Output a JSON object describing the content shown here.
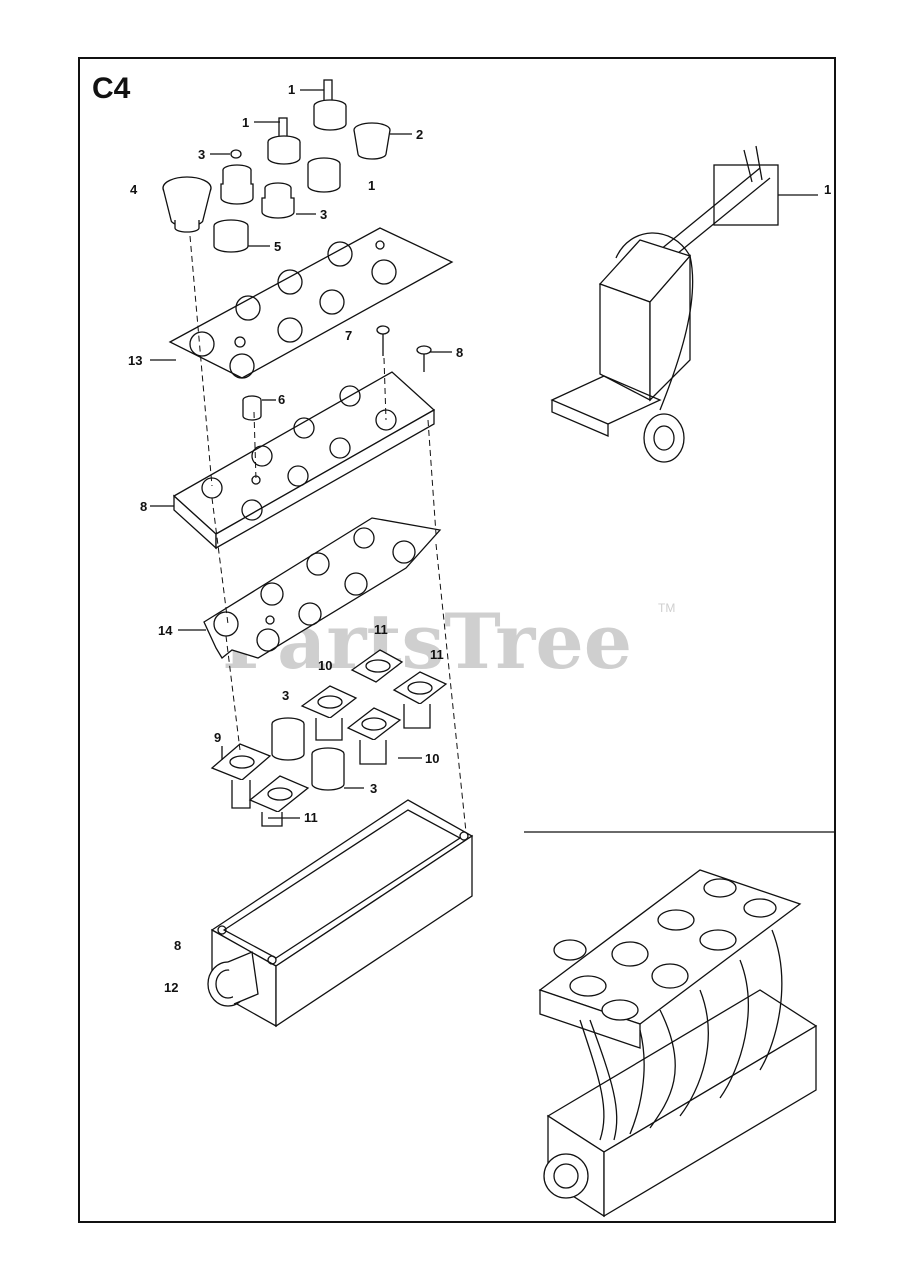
{
  "diagram": {
    "section_label": "C4",
    "watermark": "PartsTree",
    "trademark": "TM",
    "callouts": [
      {
        "id": "c1a",
        "text": "1"
      },
      {
        "id": "c1b",
        "text": "1"
      },
      {
        "id": "c2",
        "text": "2"
      },
      {
        "id": "c3a",
        "text": "3"
      },
      {
        "id": "c1c",
        "text": "1"
      },
      {
        "id": "c4",
        "text": "4"
      },
      {
        "id": "c3b",
        "text": "3"
      },
      {
        "id": "c5",
        "text": "5"
      },
      {
        "id": "c7",
        "text": "7"
      },
      {
        "id": "c8a",
        "text": "8"
      },
      {
        "id": "c13",
        "text": "13"
      },
      {
        "id": "c6",
        "text": "6"
      },
      {
        "id": "c8b",
        "text": "8"
      },
      {
        "id": "c14",
        "text": "14"
      },
      {
        "id": "c11a",
        "text": "11"
      },
      {
        "id": "c10a",
        "text": "10"
      },
      {
        "id": "c11b",
        "text": "11"
      },
      {
        "id": "c3c",
        "text": "3"
      },
      {
        "id": "c9",
        "text": "9"
      },
      {
        "id": "c10b",
        "text": "10"
      },
      {
        "id": "c3d",
        "text": "3"
      },
      {
        "id": "c11c",
        "text": "11"
      },
      {
        "id": "c8c",
        "text": "8"
      },
      {
        "id": "c12",
        "text": "12"
      },
      {
        "id": "c1d",
        "text": "1"
      }
    ]
  }
}
